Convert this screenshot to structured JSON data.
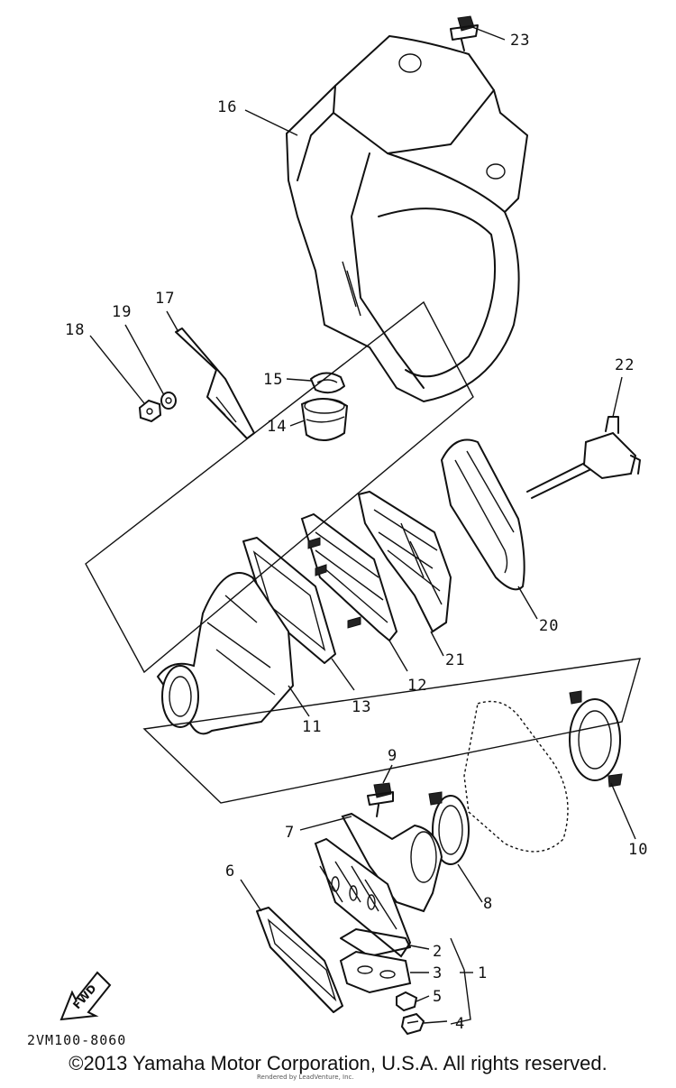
{
  "labels": {
    "p1": "1",
    "p2": "2",
    "p3": "3",
    "p4": "4",
    "p5": "5",
    "p6": "6",
    "p7": "7",
    "p8": "8",
    "p9": "9",
    "p10": "10",
    "p11": "11",
    "p12": "12",
    "p13": "13",
    "p14": "14",
    "p15": "15",
    "p16": "16",
    "p17": "17",
    "p18": "18",
    "p19": "19",
    "p20": "20",
    "p21": "21",
    "p22": "22",
    "p23": "23"
  },
  "fwd_arrow": "FWD",
  "diagram_code": "2VM100-8060",
  "copyright": "©2013 Yamaha Motor Corporation, U.S.A. All rights reserved.",
  "credit": "Rendered by LeadVenture, Inc."
}
